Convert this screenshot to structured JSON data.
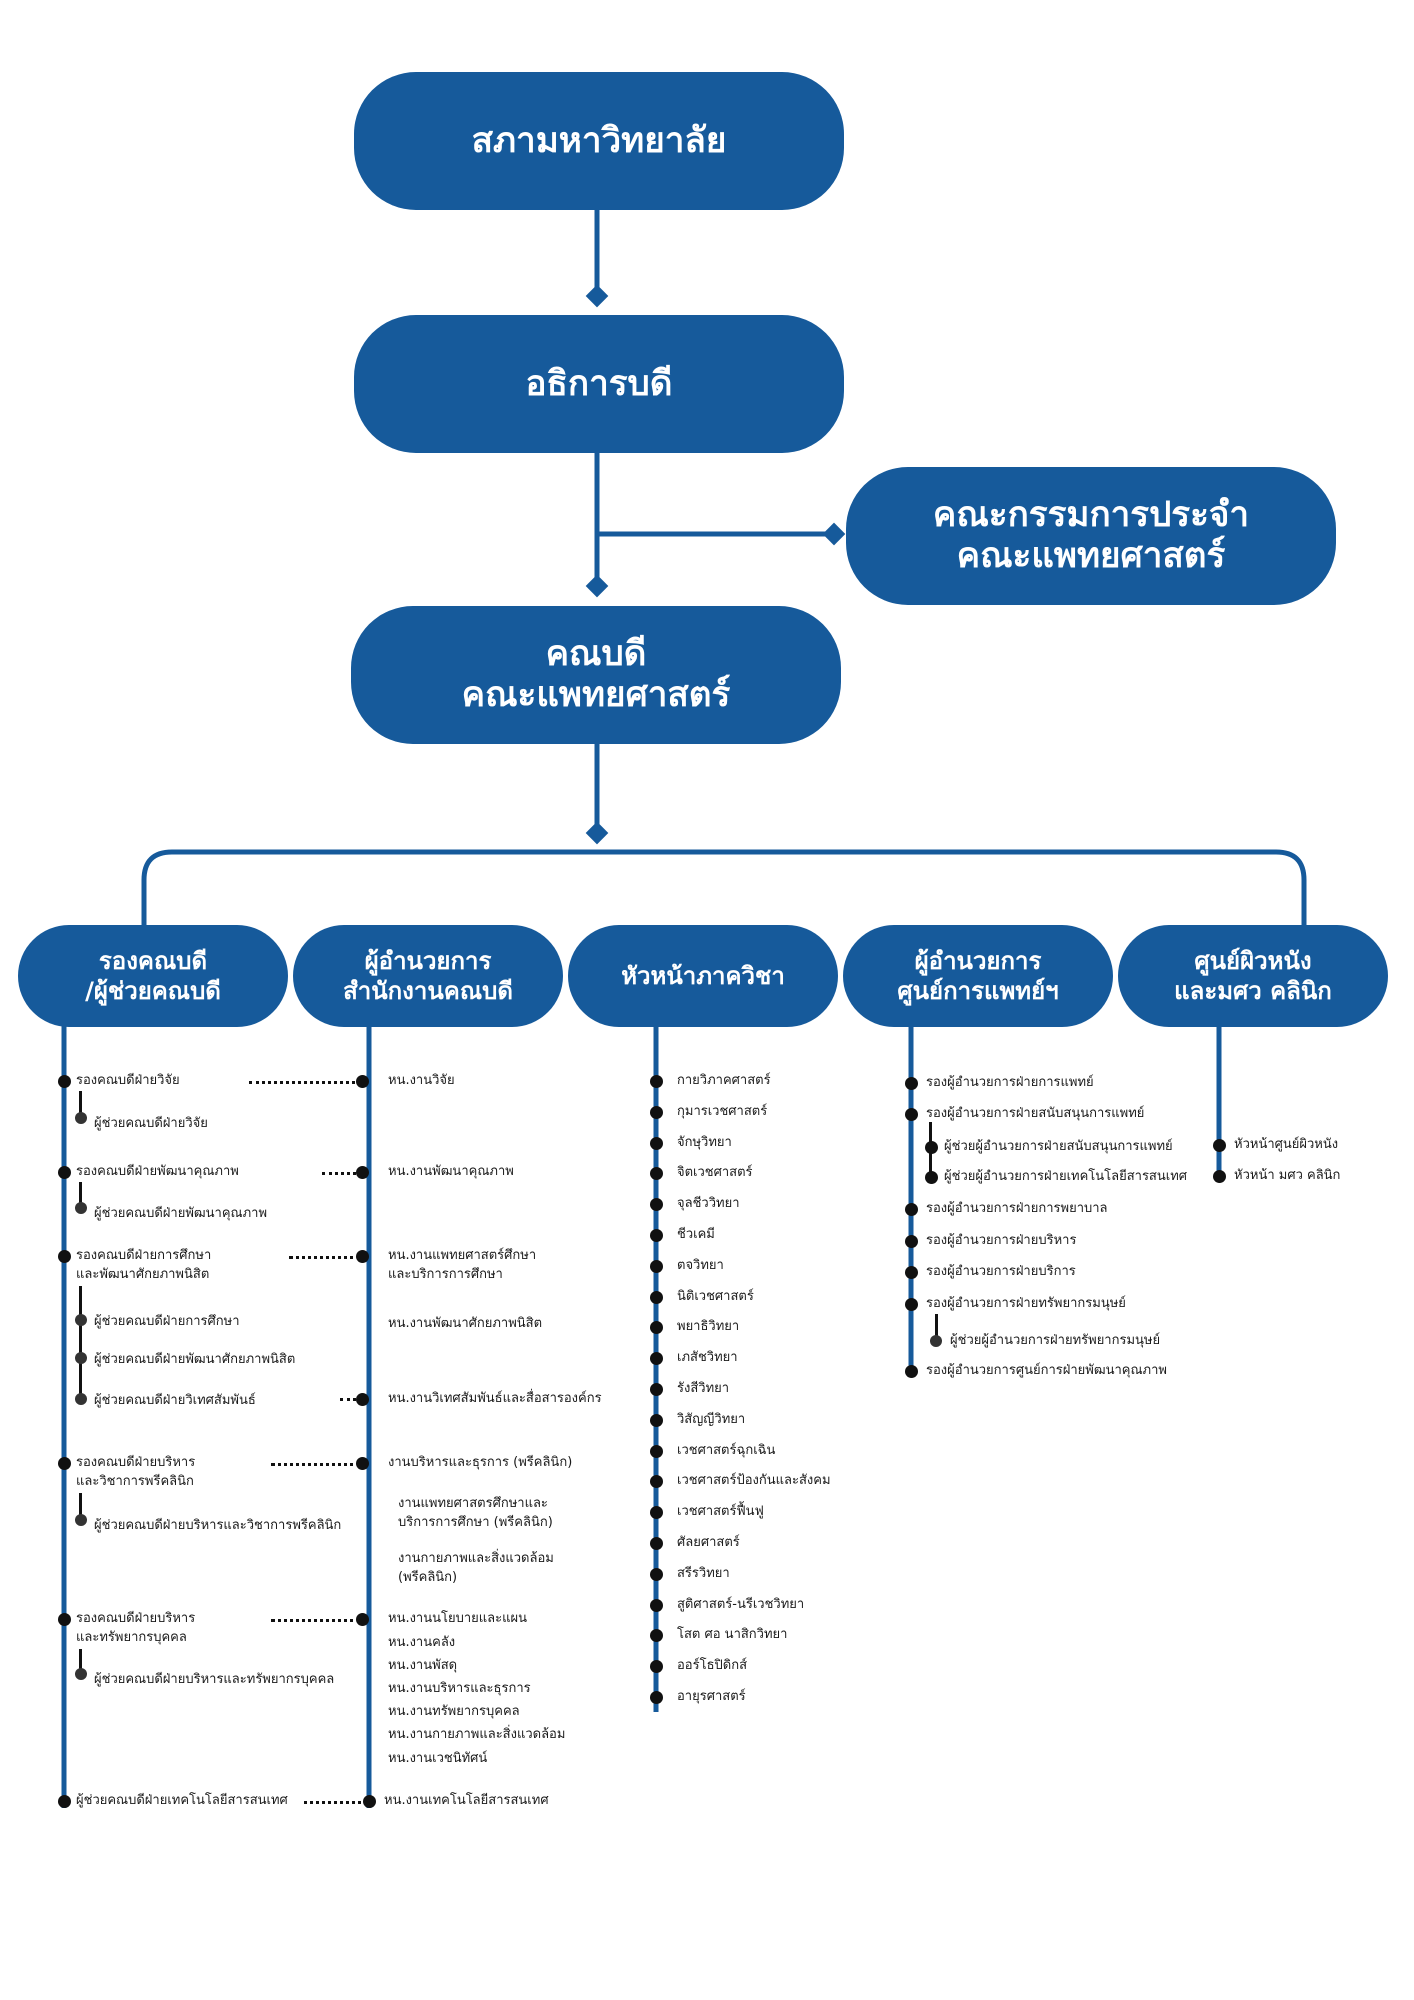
{
  "colors": {
    "primary": "#165a9b",
    "text": "#1a1a1a",
    "dot": "#111111"
  },
  "top": {
    "university_council": "สภามหาวิทยาลัย",
    "president": "อธิการบดี",
    "faculty_committee": "คณะกรรมการประจำ\nคณะแพทยศาสตร์",
    "dean": "คณบดี\nคณะแพทยศาสตร์"
  },
  "columns": {
    "associate_deans": {
      "title": "รองคณบดี\n/ผู้ช่วยคณบดี",
      "items": [
        "รองคณบดีฝ่ายวิจัย",
        "ผู้ช่วยคณบดีฝ่ายวิจัย",
        "รองคณบดีฝ่ายพัฒนาคุณภาพ",
        "ผู้ช่วยคณบดีฝ่ายพัฒนาคุณภาพ",
        "รองคณบดีฝ่ายการศึกษา\nและพัฒนาศักยภาพนิสิต",
        "ผู้ช่วยคณบดีฝ่ายการศึกษา",
        "ผู้ช่วยคณบดีฝ่ายพัฒนาศักยภาพนิสิต",
        "ผู้ช่วยคณบดีฝ่ายวิเทศสัมพันธ์",
        "รองคณบดีฝ่ายบริหาร\nและวิชาการพรีคลินิก",
        "ผู้ช่วยคณบดีฝ่ายบริหารและวิชาการพรีคลินิก",
        "รองคณบดีฝ่ายบริหาร\nและทรัพยากรบุคคล",
        "ผู้ช่วยคณบดีฝ่ายบริหารและทรัพยากรบุคคล",
        "ผู้ช่วยคณบดีฝ่ายเทคโนโลยีสารสนเทศ"
      ]
    },
    "office_director": {
      "title": "ผู้อำนวยการ\nสำนักงานคณบดี",
      "items": [
        "หน.งานวิจัย",
        "หน.งานพัฒนาคุณภาพ",
        "หน.งานแพทยศาสตร์ศึกษา\nและบริการการศึกษา",
        "หน.งานพัฒนาศักยภาพนิสิต",
        "หน.งานวิเทศสัมพันธ์และสื่อสารองค์กร",
        "งานบริหารและธุรการ (พรีคลินิก)",
        "งานแพทยศาสตรศึกษาและ\nบริการการศึกษา (พรีคลินิก)",
        "งานกายภาพและสิ่งแวดล้อม\n(พรีคลินิก)",
        "หน.งานนโยบายและแผน",
        "หน.งานคลัง",
        "หน.งานพัสดุ",
        "หน.งานบริหารและธุรการ",
        "หน.งานทรัพยากรบุคคล",
        "หน.งานกายภาพและสิ่งแวดล้อม",
        "หน.งานเวชนิทัศน์",
        "หน.งานเทคโนโลยีสารสนเทศ"
      ]
    },
    "department_heads": {
      "title": "หัวหน้าภาควิชา",
      "items": [
        "กายวิภาคศาสตร์",
        "กุมารเวชศาสตร์",
        "จักษุวิทยา",
        "จิตเวชศาสตร์",
        "จุลชีววิทยา",
        "ชีวเคมี",
        "ตจวิทยา",
        "นิติเวชศาสตร์",
        "พยาธิวิทยา",
        "เภสัชวิทยา",
        "รังสีวิทยา",
        "วิสัญญีวิทยา",
        "เวชศาสตร์ฉุกเฉิน",
        "เวชศาสตร์ป้องกันและสังคม",
        "เวชศาสตร์ฟื้นฟู",
        "ศัลยศาสตร์",
        "สรีรวิทยา",
        "สูติศาสตร์-นรีเวชวิทยา",
        "โสต ศอ นาสิกวิทยา",
        "ออร์โธปิดิกส์",
        "อายุรศาสตร์"
      ]
    },
    "medical_center": {
      "title": "ผู้อำนวยการ\nศูนย์การแพทย์ฯ",
      "items": [
        "รองผู้อำนวยการฝ่ายการแพทย์",
        "รองผู้อำนวยการฝ่ายสนับสนุนการแพทย์",
        "ผู้ช่วยผู้อำนวยการฝ่ายสนับสนุนการแพทย์",
        "ผู้ช่วยผู้อำนวยการฝ่ายเทคโนโลยีสารสนเทศ",
        "รองผู้อำนวยการฝ่ายการพยาบาล",
        "รองผู้อำนวยการฝ่ายบริหาร",
        "รองผู้อำนวยการฝ่ายบริการ",
        "รองผู้อำนวยการฝ่ายทรัพยากรมนุษย์",
        "ผู้ช่วยผู้อำนวยการฝ่ายทรัพยากรมนุษย์",
        "รองผู้อำนวยการศูนย์การฝ่ายพัฒนาคุณภาพ"
      ]
    },
    "skin_center": {
      "title": "ศูนย์ผิวหนัง\nและมศว คลินิก",
      "items": [
        "หัวหน้าศูนย์ผิวหนัง",
        "หัวหน้า มศว คลินิก"
      ]
    }
  }
}
